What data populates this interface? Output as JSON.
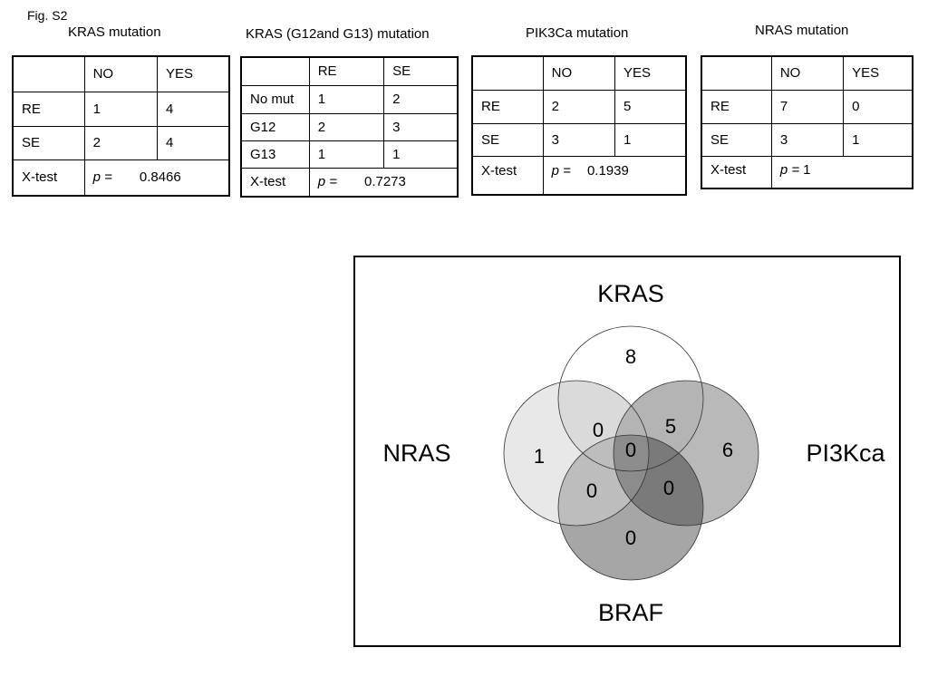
{
  "figure_label": "Fig. S2",
  "tables": [
    {
      "title": "KRAS mutation",
      "headers": [
        "",
        "NO",
        "YES"
      ],
      "rows": [
        [
          "RE",
          "1",
          "4"
        ],
        [
          "SE",
          "2",
          "4"
        ]
      ],
      "test_label": "X-test",
      "p_symbol": "p =",
      "p_value": "0.8466"
    },
    {
      "title": "KRAS (G12and G13) mutation",
      "headers": [
        "",
        "RE",
        "SE"
      ],
      "rows": [
        [
          "No mut",
          "1",
          "2"
        ],
        [
          "G12",
          "2",
          "3"
        ],
        [
          "G13",
          "1",
          "1"
        ]
      ],
      "test_label": "X-test",
      "p_symbol": "p =",
      "p_value": "0.7273"
    },
    {
      "title": "PIK3Ca mutation",
      "headers": [
        "",
        "NO",
        "YES"
      ],
      "rows": [
        [
          "RE",
          "2",
          "5"
        ],
        [
          "SE",
          "3",
          "1"
        ]
      ],
      "test_label": "X-test",
      "p_symbol": "p =",
      "p_value": "0.1939"
    },
    {
      "title": "NRAS mutation",
      "headers": [
        "",
        "NO",
        "YES"
      ],
      "rows": [
        [
          "RE",
          "7",
          "0"
        ],
        [
          "SE",
          "3",
          "1"
        ]
      ],
      "test_label": "X-test",
      "p_symbol": "p =",
      "p_value": "1"
    }
  ],
  "venn": {
    "sets": {
      "kras": "KRAS",
      "nras": "NRAS",
      "pi3kca": "PI3Kca",
      "braf": "BRAF"
    },
    "regions": {
      "kras_only": "8",
      "nras_only": "1",
      "pi3kca_only": "6",
      "braf_only": "0",
      "kras_nras": "0",
      "kras_pi3kca": "5",
      "nras_braf": "0",
      "pi3kca_braf": "0",
      "center": "0"
    }
  }
}
